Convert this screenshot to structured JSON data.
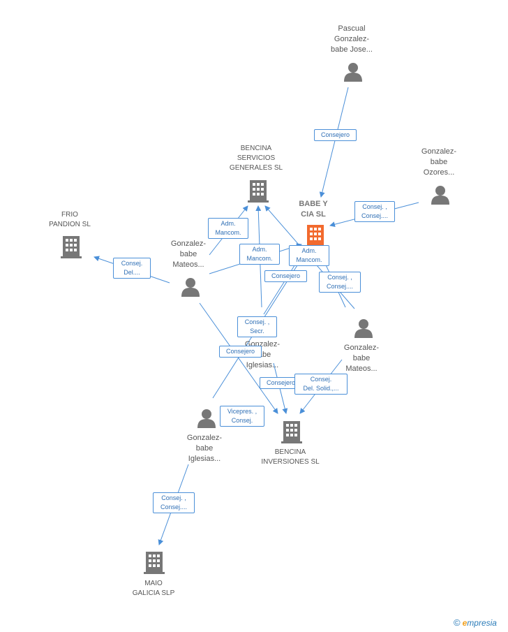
{
  "nodes": {
    "pascual": {
      "lines": [
        "Pascual",
        "Gonzalez-",
        "babe Jose..."
      ]
    },
    "ozores": {
      "lines": [
        "Gonzalez-",
        "babe",
        "Ozores..."
      ]
    },
    "bencina_servicios": {
      "lines": [
        "BENCINA",
        "SERVICIOS",
        "GENERALES SL"
      ]
    },
    "babe_y_cia": {
      "lines": [
        "BABE Y",
        "CIA SL"
      ]
    },
    "frio_pandion": {
      "lines": [
        "FRIO",
        "PANDION SL"
      ]
    },
    "mateos_left": {
      "lines": [
        "Gonzalez-",
        "babe",
        "Mateos..."
      ]
    },
    "iglesias_center": {
      "lines": [
        "Gonzalez-",
        "babe",
        "Iglesias..."
      ]
    },
    "mateos_right": {
      "lines": [
        "Gonzalez-",
        "babe",
        "Mateos..."
      ]
    },
    "iglesias_bottom": {
      "lines": [
        "Gonzalez-",
        "babe",
        "Iglesias..."
      ]
    },
    "bencina_inversiones": {
      "lines": [
        "BENCINA",
        "INVERSIONES SL"
      ]
    },
    "maio_galicia": {
      "lines": [
        "MAIO",
        "GALICIA  SLP"
      ]
    }
  },
  "edge_labels": [
    {
      "lines": [
        "Consejero"
      ]
    },
    {
      "lines": [
        "Consej. ,",
        "Consej...."
      ]
    },
    {
      "lines": [
        "Adm.",
        "Mancom."
      ]
    },
    {
      "lines": [
        "Adm.",
        "Mancom."
      ]
    },
    {
      "lines": [
        "Adm.",
        "Mancom."
      ]
    },
    {
      "lines": [
        "Consej.",
        "Del...."
      ]
    },
    {
      "lines": [
        "Consejero"
      ]
    },
    {
      "lines": [
        "Consej. ,",
        "Consej...."
      ]
    },
    {
      "lines": [
        "Consej. ,",
        "Secr."
      ]
    },
    {
      "lines": [
        "Consejero"
      ]
    },
    {
      "lines": [
        "Consejero"
      ]
    },
    {
      "lines": [
        "Consej.",
        "Del. Solid.,..."
      ]
    },
    {
      "lines": [
        "Vicepres. ,",
        "Consej."
      ]
    },
    {
      "lines": [
        "Consej. ,",
        "Consej...."
      ]
    }
  ],
  "colors": {
    "edge": "#4a8fd8",
    "icon_gray": "#777777",
    "icon_main": "#f26a2e",
    "label_text": "#2f6fb5"
  },
  "brand": {
    "copyright": "©",
    "e": "e",
    "rest": "mpresia"
  }
}
